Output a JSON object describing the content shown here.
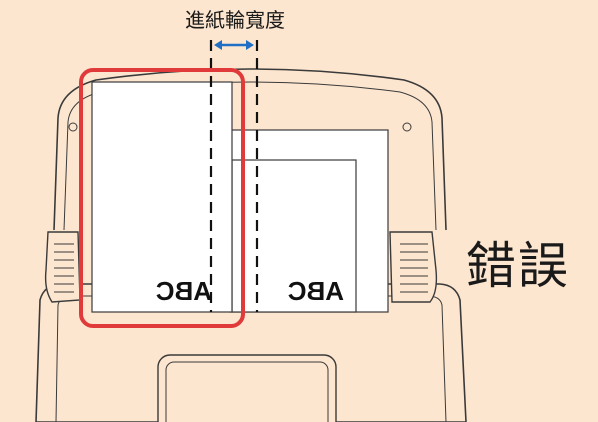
{
  "labels": {
    "feed_roller_width": "進紙輪寬度",
    "error": "錯誤"
  },
  "paper_text": {
    "left_sheet": "ABC",
    "right_sheet": "ABC"
  },
  "colors": {
    "background": "#fde6cf",
    "outline": "#3a3a3a",
    "highlight": "#e03a3a",
    "arrow": "#1f6fc7"
  }
}
